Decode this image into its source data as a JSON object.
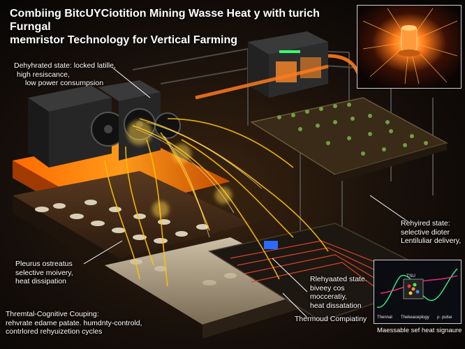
{
  "title": {
    "line1": "Combiing BitcUYCiotition Mining Wasse Heat y with turich Furngal",
    "line2": "memristor Technology for Vertical Farming"
  },
  "labels": {
    "dehydrated": [
      "Dehyhrated state: locked latille,",
      "high resiscance,",
      "low power consumpsion"
    ],
    "rehydrated_right": [
      "Rehyired state:",
      "selective dioter",
      "Lentiluliar delivery,"
    ],
    "pleurotus": [
      "Pleurus ostreatus",
      "selective moivery,",
      "heat dissipation"
    ],
    "rehydrated_mid": [
      "Rlehyaated state.",
      "biveey cos",
      "mocceratiy,",
      "heat dissatation"
    ],
    "thermal_coupling": [
      "Thremtal-Cognitive Couping:",
      "rehvrate edame patate. humdnty-controld,",
      "contrlored rehyuizetion cycles"
    ],
    "thermoud": "Thermoud Compiatiny"
  },
  "inset_chart": {
    "chip_label": "TSU",
    "axis_left": "Thennal",
    "axis_mid": "Thekeaceplogy",
    "axis_right": "ρ· pulse",
    "caption": "Maessable sef heat signaure"
  },
  "colors": {
    "heat": "#ffb400",
    "glow": "#ff7a1a",
    "frame": "#3a3a3a",
    "soil": "#3b2a1a"
  }
}
